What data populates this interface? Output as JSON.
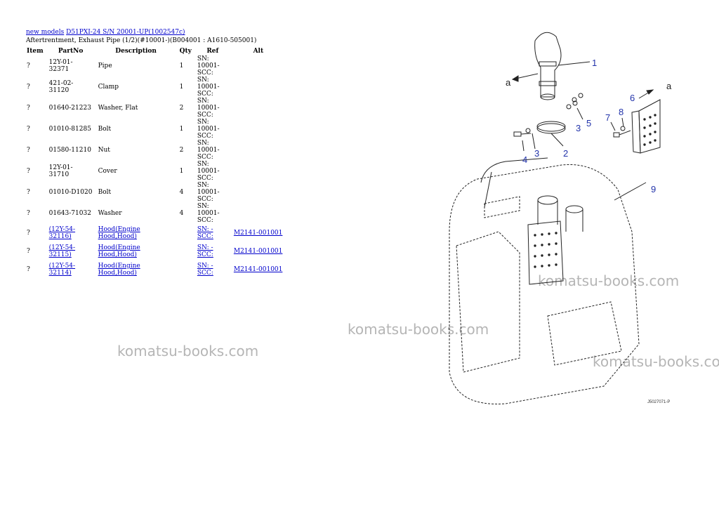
{
  "header": {
    "new_models_link": "new models",
    "model_link": "D51PXI-24 S/N 20001-UP(1002547c)",
    "subtitle": "Aftertrentment, Exhaust Pipe (1/2)(#10001-)(B004001 : A1610-505001)"
  },
  "table": {
    "headers": [
      "Item",
      "PartNo",
      "Description",
      "Qty",
      "Ref",
      "Alt"
    ],
    "rows": [
      {
        "item": "?",
        "part": "12Y-01-32371",
        "desc": "Pipe",
        "qty": "1",
        "ref1": "SN: 10001-",
        "ref2": "SCC:",
        "alt": "",
        "link": false
      },
      {
        "item": "?",
        "part": "421-02-31120",
        "desc": "Clamp",
        "qty": "1",
        "ref1": "SN: 10001-",
        "ref2": "SCC:",
        "alt": "",
        "link": false
      },
      {
        "item": "?",
        "part": "01640-21223",
        "desc": "Washer, Flat",
        "qty": "2",
        "ref1": "SN: 10001-",
        "ref2": "SCC:",
        "alt": "",
        "link": false
      },
      {
        "item": "?",
        "part": "01010-81285",
        "desc": "Bolt",
        "qty": "1",
        "ref1": "SN: 10001-",
        "ref2": "SCC:",
        "alt": "",
        "link": false
      },
      {
        "item": "?",
        "part": "01580-11210",
        "desc": "Nut",
        "qty": "2",
        "ref1": "SN: 10001-",
        "ref2": "SCC:",
        "alt": "",
        "link": false
      },
      {
        "item": "?",
        "part": "12Y-01-31710",
        "desc": "Cover",
        "qty": "1",
        "ref1": "SN: 10001-",
        "ref2": "SCC:",
        "alt": "",
        "link": false
      },
      {
        "item": "?",
        "part": "01010-D1020",
        "desc": "Bolt",
        "qty": "4",
        "ref1": "SN: 10001-",
        "ref2": "SCC:",
        "alt": "",
        "link": false
      },
      {
        "item": "?",
        "part": "01643-71032",
        "desc": "Washer",
        "qty": "4",
        "ref1": "SN: 10001-",
        "ref2": "SCC:",
        "alt": "",
        "link": false
      },
      {
        "item": "?",
        "part": "(12Y-54-32116)",
        "desc": "Hood(Engine Hood,Hood)",
        "qty": "",
        "ref1": "SN: -",
        "ref2": "SCC:",
        "alt": "M2141-001001",
        "link": true
      },
      {
        "item": "?",
        "part": "(12Y-54-32115)",
        "desc": "Hood(Engine Hood,Hood)",
        "qty": "",
        "ref1": "SN: -",
        "ref2": "SCC:",
        "alt": "M2141-001001",
        "link": true
      },
      {
        "item": "?",
        "part": "(12Y-54-32114)",
        "desc": "Hood(Engine Hood,Hood)",
        "qty": "",
        "ref1": "SN: -",
        "ref2": "SCC:",
        "alt": "M2141-001001",
        "link": true
      }
    ]
  },
  "watermark": "komatsu-books.com",
  "diagram": {
    "callouts": [
      "1",
      "2",
      "3",
      "3",
      "4",
      "5",
      "6",
      "7",
      "8",
      "9"
    ],
    "arrow_labels": [
      "a",
      "a"
    ],
    "drawing_code": "J5027071-P"
  }
}
